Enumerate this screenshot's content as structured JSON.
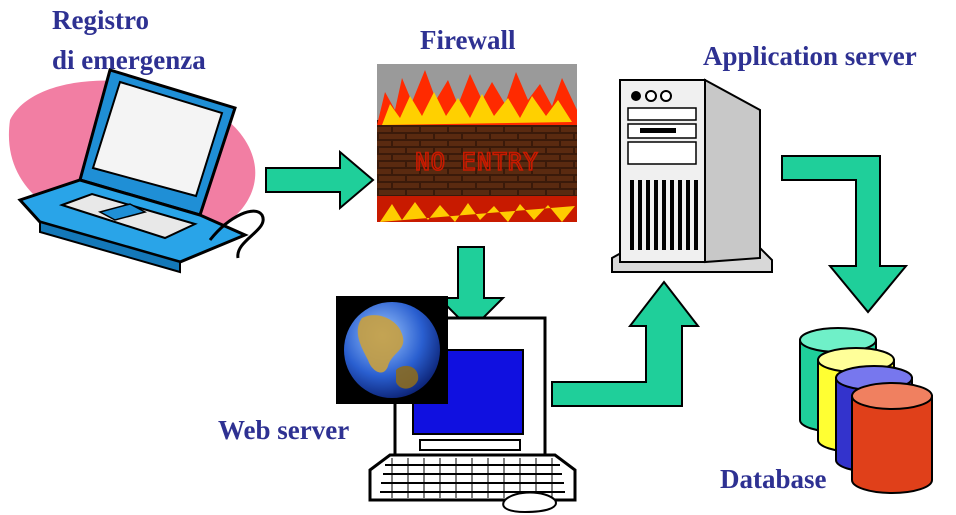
{
  "labels": {
    "registry_line1": "Registro",
    "registry_line2": "di emergenza",
    "firewall": "Firewall",
    "firewall_sign": "NO ENTRY",
    "app_server": "Application server",
    "web_server": "Web server",
    "database": "Database"
  },
  "colors": {
    "label_text": "#2e3192",
    "arrow_fill": "#1fcf9a",
    "arrow_stroke": "#000000",
    "firewall_fire": "#ff2a00",
    "firewall_brick": "#3a1a0a",
    "screen_blue": "#1010e0",
    "db_teal": "#1fcf9a",
    "db_yellow": "#ffff33",
    "db_blue": "#3333cc",
    "db_red": "#e0401a"
  },
  "icons": {
    "laptop": "laptop-icon",
    "firewall": "firewall-icon",
    "server": "server-tower-icon",
    "globe": "globe-icon",
    "desktop": "desktop-computer-icon",
    "database": "database-cylinders-icon"
  }
}
